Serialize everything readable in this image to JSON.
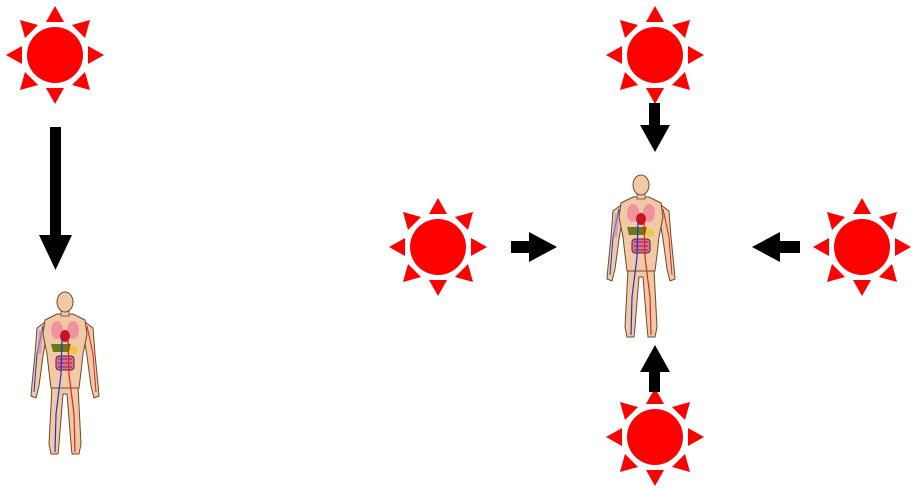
{
  "diagram": {
    "colors": {
      "sun": "#ff0000",
      "arrow": "#000000",
      "skin": "#f1c9a5",
      "skin_outline": "#6b4a2e",
      "organ_red": "#cc1122",
      "organ_pink": "#f08aa0",
      "organ_green": "#6a7a18",
      "organ_yellow": "#e8c840",
      "vein_blue": "#2233cc",
      "artery_red": "#dd2222",
      "muscle": "#b38ad0"
    },
    "icons": [
      "sun-icon",
      "arrow-icon",
      "human-body-icon"
    ],
    "left_panel": {
      "suns": 1,
      "arrows": 1,
      "bodies": 1
    },
    "right_panel": {
      "suns": 4,
      "arrows": 4,
      "bodies": 1
    }
  }
}
